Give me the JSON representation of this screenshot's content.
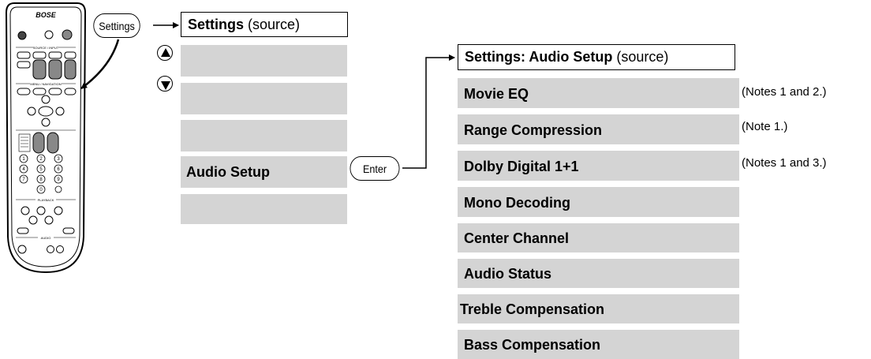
{
  "remote": {
    "brand": "BOSE",
    "source_input_label": "SOURCE / INPUT",
    "menu_navigation_label": "MENU / NAVIGATION",
    "playback_label": "PLAYBACK",
    "audio_label": "AUDIO"
  },
  "buttons": {
    "settings": "Settings",
    "enter": "Enter"
  },
  "menu1": {
    "title_bold": "Settings",
    "title_normal": "(source)",
    "items": [
      "",
      "",
      "",
      "Audio Setup",
      ""
    ]
  },
  "menu2": {
    "title_bold": "Settings: Audio Setup",
    "title_normal": "(source)",
    "items": [
      "Movie EQ",
      "Range Compression",
      "Dolby Digital 1+1",
      "Mono Decoding",
      "Center Channel",
      "Audio Status",
      "Treble Compensation",
      "Bass Compensation"
    ],
    "notes": [
      "(Notes 1 and 2.)",
      "(Note 1.)",
      "(Notes 1 and 3.)"
    ]
  },
  "colors": {
    "box_fill": "#d4d4d4"
  }
}
